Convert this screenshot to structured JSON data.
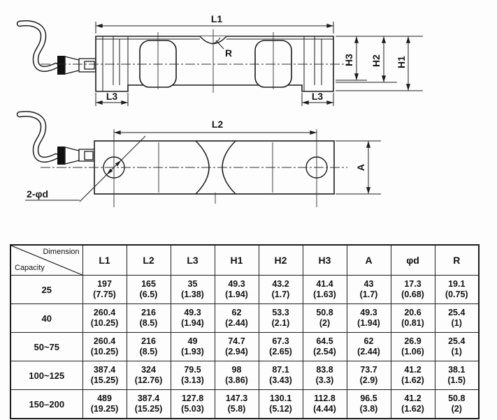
{
  "drawing": {
    "labels": {
      "l1": "L1",
      "l2": "L2",
      "l3_left": "L3",
      "l3_right": "L3",
      "h1": "H1",
      "h2": "H2",
      "h3": "H3",
      "a": "A",
      "r": "R",
      "phid": "2-φd"
    }
  },
  "table": {
    "corner": {
      "top": "Dimension",
      "bottom": "Capacity"
    },
    "columns": [
      "L1",
      "L2",
      "L3",
      "H1",
      "H2",
      "H3",
      "A",
      "φd",
      "R"
    ],
    "rows": [
      {
        "capacity": "25",
        "values": [
          [
            "197",
            "(7.75)"
          ],
          [
            "165",
            "(6.5)"
          ],
          [
            "35",
            "(1.38)"
          ],
          [
            "49.3",
            "(1.94)"
          ],
          [
            "43.2",
            "(1.7)"
          ],
          [
            "41.4",
            "(1.63)"
          ],
          [
            "43",
            "(1.7)"
          ],
          [
            "17.3",
            "(0.68)"
          ],
          [
            "19.1",
            "(0.75)"
          ]
        ]
      },
      {
        "capacity": "40",
        "values": [
          [
            "260.4",
            "(10.25)"
          ],
          [
            "216",
            "(8.5)"
          ],
          [
            "49.3",
            "(1.94)"
          ],
          [
            "62",
            "(2.44)"
          ],
          [
            "53.3",
            "(2.1)"
          ],
          [
            "50.8",
            "(2)"
          ],
          [
            "49.3",
            "(1.94)"
          ],
          [
            "20.6",
            "(0.81)"
          ],
          [
            "25.4",
            "(1)"
          ]
        ]
      },
      {
        "capacity": "50~75",
        "values": [
          [
            "260.4",
            "(10.25)"
          ],
          [
            "216",
            "(8.5)"
          ],
          [
            "49",
            "(1.93)"
          ],
          [
            "74.7",
            "(2.94)"
          ],
          [
            "67.3",
            "(2.65)"
          ],
          [
            "64.5",
            "(2.54)"
          ],
          [
            "62",
            "(2.44)"
          ],
          [
            "26.9",
            "(1.06)"
          ],
          [
            "25.4",
            "(1)"
          ]
        ]
      },
      {
        "capacity": "100~125",
        "values": [
          [
            "387.4",
            "(15.25)"
          ],
          [
            "324",
            "(12.76)"
          ],
          [
            "79.5",
            "(3.13)"
          ],
          [
            "98",
            "(3.86)"
          ],
          [
            "87.1",
            "(3.43)"
          ],
          [
            "83.8",
            "(3.3)"
          ],
          [
            "73.7",
            "(2.9)"
          ],
          [
            "41.2",
            "(1.62)"
          ],
          [
            "38.1",
            "(1.5)"
          ]
        ]
      },
      {
        "capacity": "150–200",
        "values": [
          [
            "489",
            "(19.25)"
          ],
          [
            "387.4",
            "(15.25)"
          ],
          [
            "127.8",
            "(5.03)"
          ],
          [
            "147.3",
            "(5.8)"
          ],
          [
            "130.1",
            "(5.12)"
          ],
          [
            "112.8",
            "(4.44)"
          ],
          [
            "96.5",
            "(3.8)"
          ],
          [
            "41.2",
            "(1.62)"
          ],
          [
            "50.8",
            "(2)"
          ]
        ]
      }
    ]
  }
}
